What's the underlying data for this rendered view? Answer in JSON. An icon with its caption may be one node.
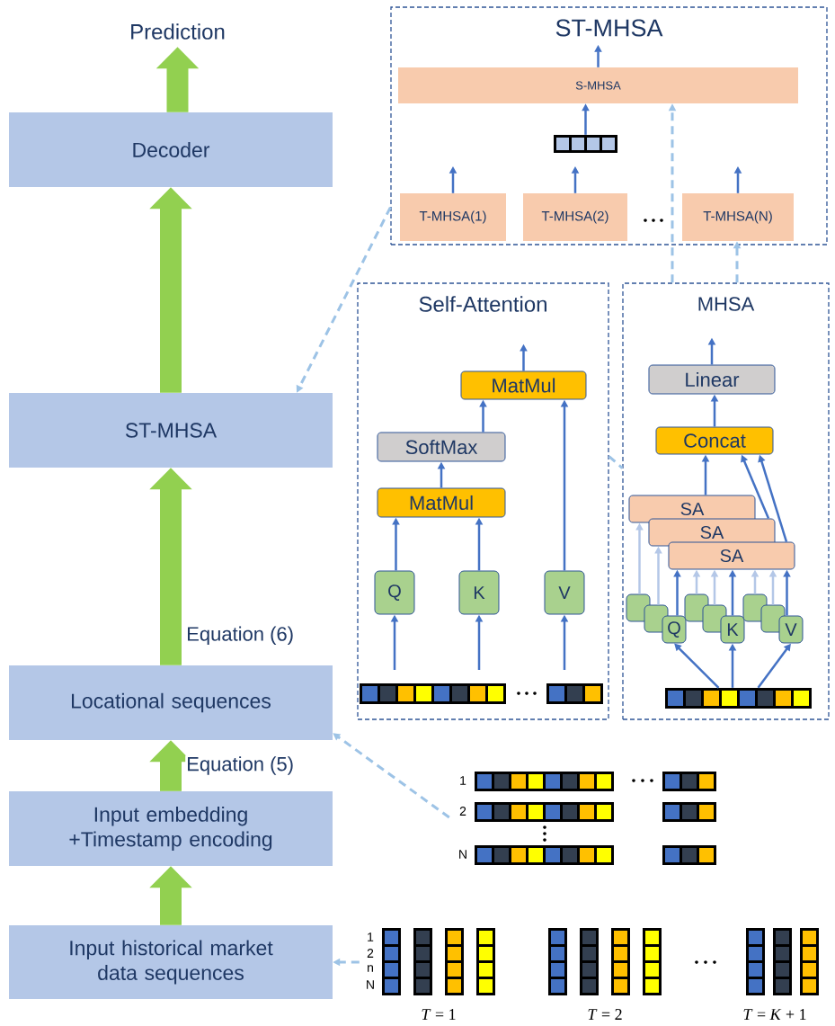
{
  "diagram": {
    "nodes": [
      {
        "text": [
          "Prediction"
        ]
      },
      {
        "text": [
          "Decoder"
        ]
      },
      {
        "text": [
          "ST-MHSA"
        ]
      },
      {
        "text": [
          "Locational sequences"
        ]
      },
      {
        "text": [
          "Input embedding +Timestamp encoding"
        ]
      },
      {
        "text": [
          "Input historical market data sequences"
        ]
      },
      {
        "text": [
          "ST-MHSA"
        ]
      },
      {
        "text": [
          "S-MHSA"
        ],
        "in": 6
      },
      {
        "text": [],
        "shape": "bar",
        "in": 6
      },
      {
        "text": [
          "T-MHSA(1)"
        ],
        "in": 6
      },
      {
        "text": [
          "T-MHSA(2)"
        ],
        "in": 6
      },
      {
        "text": [
          "T-MHSA(N)"
        ],
        "in": 6
      },
      {
        "text": [
          "Self-Attention"
        ]
      },
      {
        "text": [
          "MatMul"
        ],
        "in": 12
      },
      {
        "text": [
          "SoftMax"
        ],
        "in": 12
      },
      {
        "text": [
          "MatMul"
        ],
        "in": 12
      },
      {
        "text": [
          "Q"
        ],
        "in": 12
      },
      {
        "text": [
          "K"
        ],
        "in": 12
      },
      {
        "text": [
          "V"
        ],
        "in": 12
      },
      {
        "text": [
          "MHSA"
        ]
      },
      {
        "text": [
          "Linear"
        ],
        "in": 19
      },
      {
        "text": [
          "Concat"
        ],
        "in": 19
      },
      {
        "text": [
          "SA"
        ],
        "in": 19
      },
      {
        "text": [
          "SA"
        ],
        "in": 19
      },
      {
        "text": [
          "SA"
        ],
        "in": 19
      },
      {
        "text": [],
        "shape": "box",
        "in": 19
      },
      {
        "text": [],
        "shape": "box",
        "in": 19
      },
      {
        "text": [
          "Q"
        ],
        "in": 19
      },
      {
        "text": [],
        "shape": "box",
        "in": 19
      },
      {
        "text": [],
        "shape": "box",
        "in": 19
      },
      {
        "text": [
          "K"
        ],
        "in": 19
      },
      {
        "text": [],
        "shape": "box",
        "in": 19
      },
      {
        "text": [],
        "shape": "box",
        "in": 19
      },
      {
        "text": [
          "V"
        ],
        "in": 19
      },
      {
        "text": [],
        "shape": "bar",
        "in": 19
      },
      {
        "text": [],
        "shape": "picture",
        "beside": [
          "1",
          "2",
          "N"
        ]
      },
      {
        "text": [],
        "shape": "picture",
        "beside": [
          "1",
          "2",
          "n",
          "N",
          "*T* = 1",
          "*T* = 2",
          "*T* = *K* + 1"
        ]
      }
    ],
    "edges": [
      {
        "from": 1,
        "to": 0,
        "arrow": "to",
        "style": "thick",
        "color": "#92d050"
      },
      {
        "from": 2,
        "to": 1,
        "arrow": "to",
        "style": "thick",
        "color": "#92d050"
      },
      {
        "from": 3,
        "to": 2,
        "arrow": "to",
        "style": "thick",
        "color": "#92d050",
        "label": "Equation (6)"
      },
      {
        "from": 4,
        "to": 3,
        "arrow": "to",
        "style": "thick",
        "color": "#92d050",
        "label": "Equation (5)"
      },
      {
        "from": 5,
        "to": 4,
        "arrow": "to",
        "style": "thick",
        "color": "#92d050"
      },
      {
        "from": 6,
        "to": 2,
        "arrow": "to",
        "style": "dashed",
        "color": "#9dc3e6"
      },
      {
        "from": 35,
        "to": 3,
        "arrow": "to",
        "style": "dashed",
        "color": "#9dc3e6"
      },
      {
        "from": 36,
        "to": 5,
        "arrow": "to",
        "style": "dashed",
        "color": "#9dc3e6"
      },
      {
        "from": 19,
        "to": 7,
        "arrow": "to",
        "style": "dashed",
        "color": "#9dc3e6"
      },
      {
        "from": 19,
        "to": 11,
        "arrow": "to",
        "style": "dashed",
        "color": "#9dc3e6"
      },
      {
        "from": 12,
        "to": 19,
        "arrow": "none",
        "style": "dashed",
        "color": "#9dc3e6"
      },
      {
        "from": 9,
        "to": null,
        "arrow": "to"
      },
      {
        "from": 10,
        "to": null,
        "arrow": "to"
      },
      {
        "from": 11,
        "to": null,
        "arrow": "to"
      },
      {
        "from": 8,
        "to": 7,
        "arrow": "to"
      },
      {
        "from": 7,
        "to": null,
        "arrow": "to"
      },
      {
        "from": null,
        "to": 16,
        "arrow": "to"
      },
      {
        "from": null,
        "to": 17,
        "arrow": "to"
      },
      {
        "from": null,
        "to": 18,
        "arrow": "to"
      },
      {
        "from": 16,
        "to": 15,
        "arrow": "to"
      },
      {
        "from": 17,
        "to": 15,
        "arrow": "to"
      },
      {
        "from": 15,
        "to": 14,
        "arrow": "to"
      },
      {
        "from": 14,
        "to": 13,
        "arrow": "to"
      },
      {
        "from": 18,
        "to": 13,
        "arrow": "to"
      },
      {
        "from": 13,
        "to": null,
        "arrow": "to"
      },
      {
        "from": 34,
        "to": 27,
        "arrow": "to"
      },
      {
        "from": 34,
        "to": 30,
        "arrow": "to"
      },
      {
        "from": 34,
        "to": 33,
        "arrow": "to"
      },
      {
        "from": 25,
        "to": 22,
        "arrow": "to",
        "color": "#b4c7e7"
      },
      {
        "from": 26,
        "to": 23,
        "arrow": "to",
        "color": "#b4c7e7"
      },
      {
        "from": 27,
        "to": 24,
        "arrow": "to"
      },
      {
        "from": 28,
        "to": 24,
        "arrow": "to",
        "color": "#b4c7e7"
      },
      {
        "from": 29,
        "to": 24,
        "arrow": "to",
        "color": "#b4c7e7"
      },
      {
        "from": 30,
        "to": 24,
        "arrow": "to"
      },
      {
        "from": 31,
        "to": 24,
        "arrow": "to",
        "color": "#b4c7e7"
      },
      {
        "from": 32,
        "to": 24,
        "arrow": "to",
        "color": "#b4c7e7"
      },
      {
        "from": 33,
        "to": 24,
        "arrow": "to"
      },
      {
        "from": 22,
        "to": 21,
        "arrow": "to"
      },
      {
        "from": 23,
        "to": 21,
        "arrow": "to"
      },
      {
        "from": 24,
        "to": 21,
        "arrow": "to"
      },
      {
        "from": 21,
        "to": 20,
        "arrow": "to"
      },
      {
        "from": 20,
        "to": null,
        "arrow": "to"
      }
    ]
  }
}
